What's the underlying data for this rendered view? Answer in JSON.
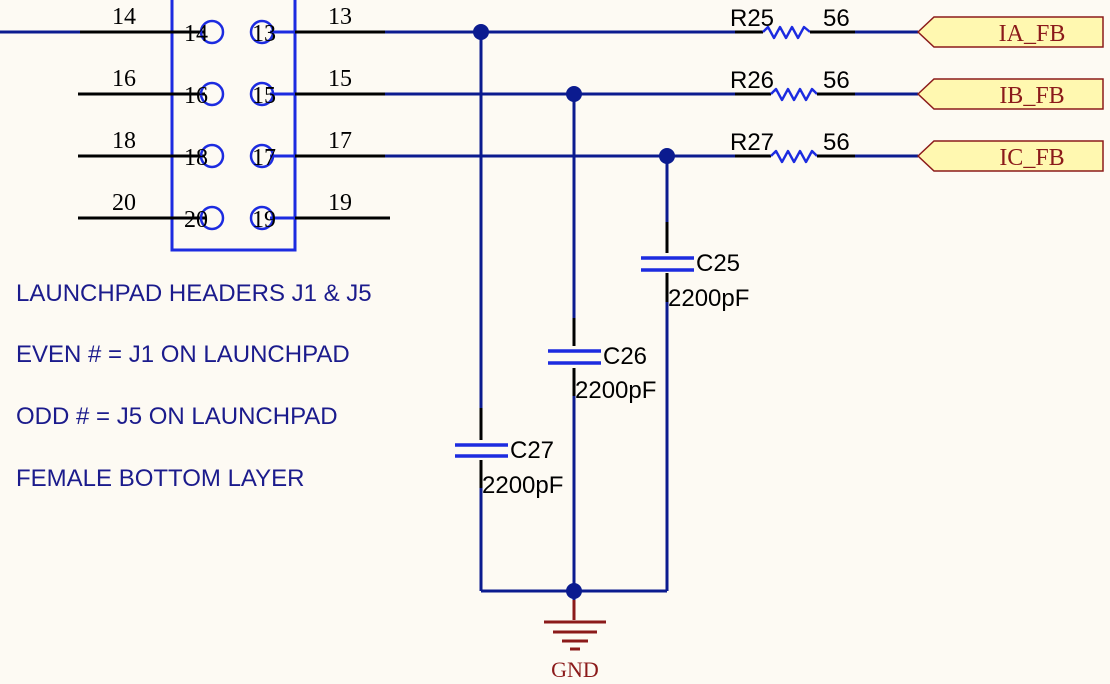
{
  "header": {
    "even_pins": [
      {
        "outside": "14",
        "inside": "14"
      },
      {
        "outside": "16",
        "inside": "16"
      },
      {
        "outside": "18",
        "inside": "18"
      },
      {
        "outside": "20",
        "inside": "20"
      }
    ],
    "odd_pins": [
      {
        "outside": "13",
        "inside": "13"
      },
      {
        "outside": "15",
        "inside": "15"
      },
      {
        "outside": "17",
        "inside": "17"
      },
      {
        "outside": "19",
        "inside": "19"
      }
    ]
  },
  "notes": [
    "LAUNCHPAD HEADERS J1 & J5",
    "EVEN # = J1 ON LAUNCHPAD",
    "ODD # = J5 ON LAUNCHPAD",
    "FEMALE BOTTOM LAYER"
  ],
  "resistors": [
    {
      "ref": "R25",
      "value": "56"
    },
    {
      "ref": "R26",
      "value": "56"
    },
    {
      "ref": "R27",
      "value": "56"
    }
  ],
  "capacitors": [
    {
      "ref": "C25",
      "value": "2200pF"
    },
    {
      "ref": "C26",
      "value": "2200pF"
    },
    {
      "ref": "C27",
      "value": "2200pF"
    }
  ],
  "ports": [
    {
      "label": "IA_FB"
    },
    {
      "label": "IB_FB"
    },
    {
      "label": "IC_FB"
    }
  ],
  "ground": {
    "label": "GND"
  },
  "colors": {
    "background": "#fdfaf3",
    "wire": "#0b1b8f",
    "component": "#1c2be0",
    "port_fill": "#fff8b0",
    "port_border": "#8b1a1a",
    "ground": "#8b1a1a",
    "note_text": "#1b1b8c"
  }
}
